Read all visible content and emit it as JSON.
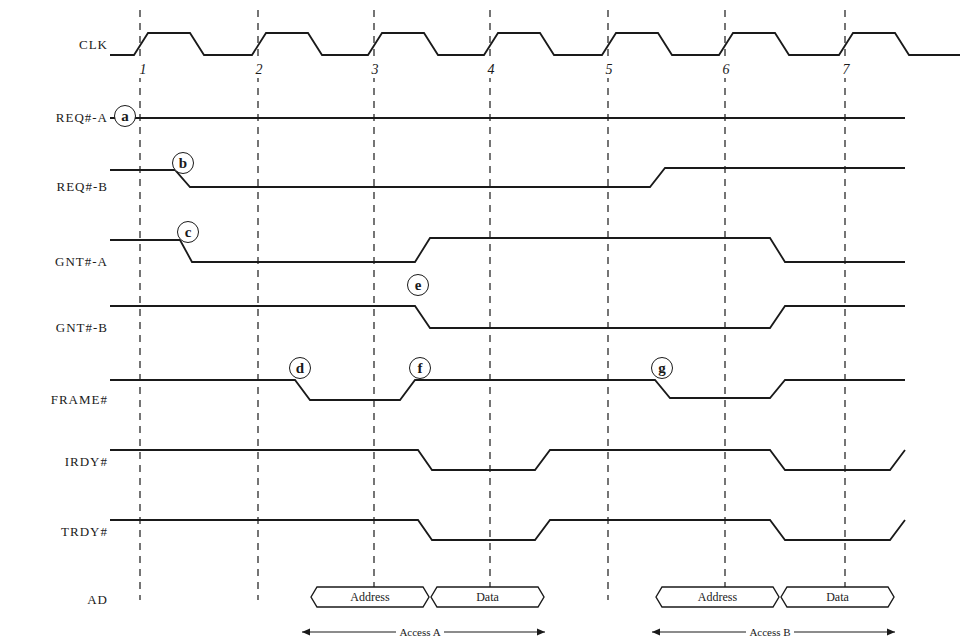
{
  "diagram": {
    "nodes": [
      {
        "text": [
          "a"
        ]
      },
      {
        "text": [
          "b"
        ]
      },
      {
        "text": [
          "c"
        ]
      },
      {
        "text": [
          "d"
        ]
      },
      {
        "text": [
          "e"
        ]
      },
      {
        "text": [
          "f"
        ]
      },
      {
        "text": [
          "g"
        ]
      },
      {
        "text": [
          "Address"
        ]
      },
      {
        "text": [
          "Data"
        ]
      },
      {
        "text": [
          "Address"
        ]
      },
      {
        "text": [
          "Data"
        ]
      }
    ],
    "labels": [
      "CLK",
      "REQ#-A",
      "REQ#-B",
      "GNT#-A",
      "GNT#-B",
      "FRAME#",
      "IRDY#",
      "TRDY#",
      "AD",
      "1",
      "2",
      "3",
      "4",
      "5",
      "6",
      "7",
      "Access A",
      "Access B"
    ]
  }
}
